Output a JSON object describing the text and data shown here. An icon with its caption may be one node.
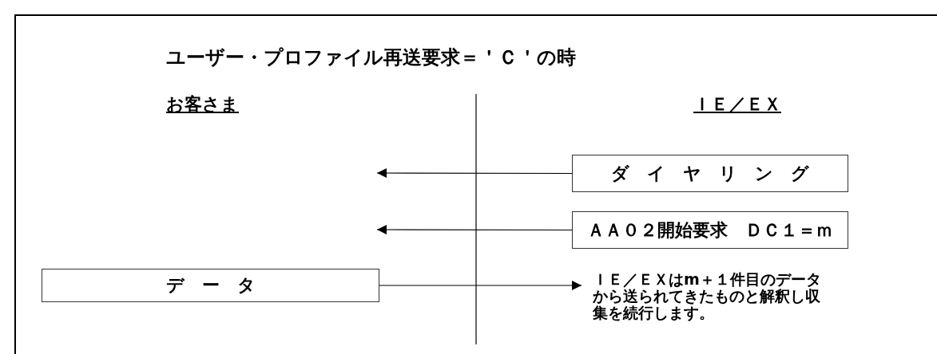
{
  "diagram": {
    "title": "ユーザー・プロファイル再送要求＝＇Ｃ＇の時",
    "nodes": [
      {
        "text": [
          "ダ　イ　ヤ　リ　ン　グ"
        ]
      },
      {
        "text": [
          "ＡＡ０２開始要求　ＤＣ１＝ｍ"
        ]
      },
      {
        "text": [
          "デ　ー　タ"
        ]
      },
      {
        "text": [
          "ＩＥ／ＥＸはm＋１件目のデータから送られてきたものと解釈し収集を続行します。"
        ]
      }
    ],
    "edges": [
      {
        "from": 0,
        "to": null,
        "arrow": "to"
      },
      {
        "from": 1,
        "to": null,
        "arrow": "to"
      },
      {
        "from": 2,
        "to": 3,
        "arrow": "to"
      }
    ],
    "labels": [
      "お客さま",
      "ＩＥ／ＥＸ"
    ]
  }
}
